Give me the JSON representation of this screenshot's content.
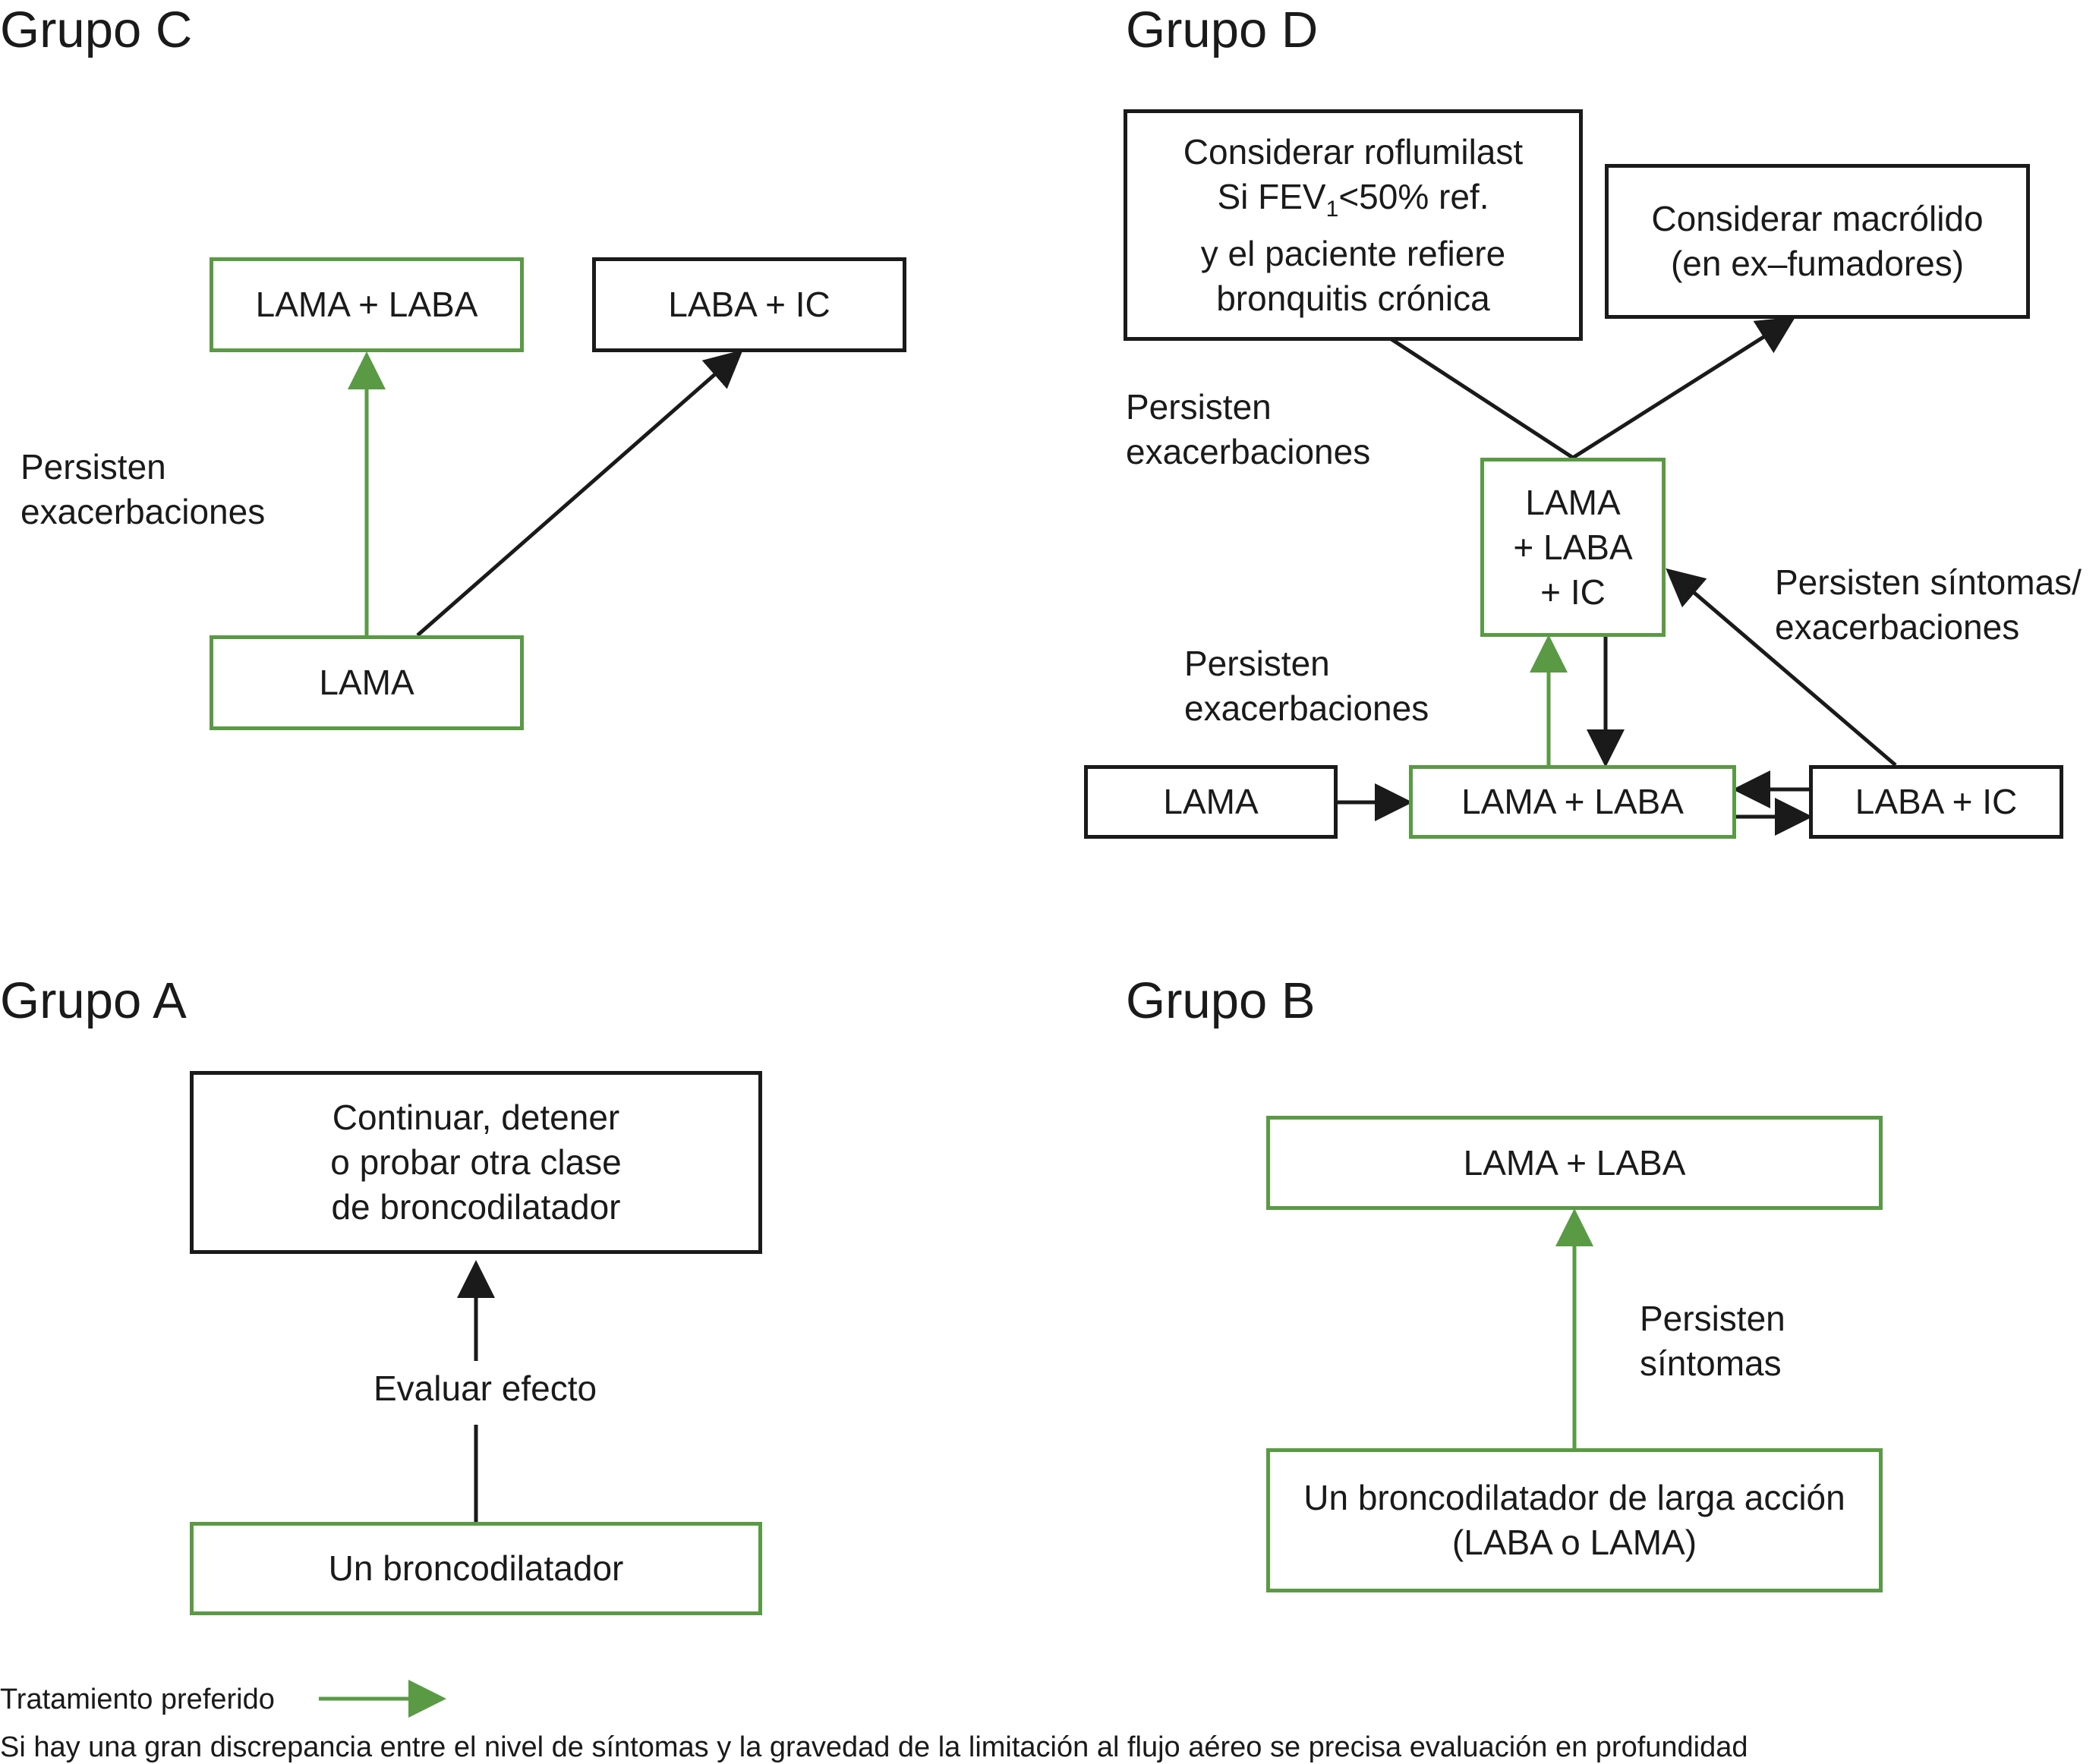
{
  "colors": {
    "preferred": "#5a9a45",
    "default": "#1a1a1a"
  },
  "group_c": {
    "title": "Grupo C",
    "box_lama_laba": "LAMA + LABA",
    "box_laba_ic": "LABA + IC",
    "box_lama": "LAMA",
    "label_line1": "Persisten",
    "label_line2": "exacerbaciones"
  },
  "group_d": {
    "title": "Grupo D",
    "box_roflumilast": {
      "line1": "Considerar roflumilast",
      "line2_pre": "Si FEV",
      "line2_sub": "1",
      "line2_post": "<50% ref.",
      "line3": "y el paciente refiere",
      "line4": "bronquitis crónica"
    },
    "box_macrolido": {
      "line1": "Considerar macrólido",
      "line2": "(en ex–fumadores)"
    },
    "box_triple": {
      "line1": "LAMA",
      "line2": "+ LABA",
      "line3": "+ IC"
    },
    "box_lama": "LAMA",
    "box_lama_laba": "LAMA + LABA",
    "box_laba_ic": "LABA + IC",
    "label_top": {
      "line1": "Persisten",
      "line2": "exacerbaciones"
    },
    "label_mid": {
      "line1": "Persisten",
      "line2": "exacerbaciones"
    },
    "label_right": {
      "line1": "Persisten síntomas/",
      "line2": "exacerbaciones"
    }
  },
  "group_a": {
    "title": "Grupo A",
    "box_top": {
      "line1": "Continuar, detener",
      "line2": "o probar otra clase",
      "line3": "de broncodilatador"
    },
    "label": "Evaluar efecto",
    "box_bottom": "Un broncodilatador"
  },
  "group_b": {
    "title": "Grupo B",
    "box_top": "LAMA + LABA",
    "label": {
      "line1": "Persisten",
      "line2": "síntomas"
    },
    "box_bottom": {
      "line1": "Un broncodilatador de larga acción",
      "line2": "(LABA o LAMA)"
    }
  },
  "legend": {
    "preferred": "Tratamiento preferido",
    "note": "Si hay una gran discrepancia entre el nivel de síntomas y la gravedad de la limitación al flujo aéreo se precisa evaluación en profundidad"
  }
}
